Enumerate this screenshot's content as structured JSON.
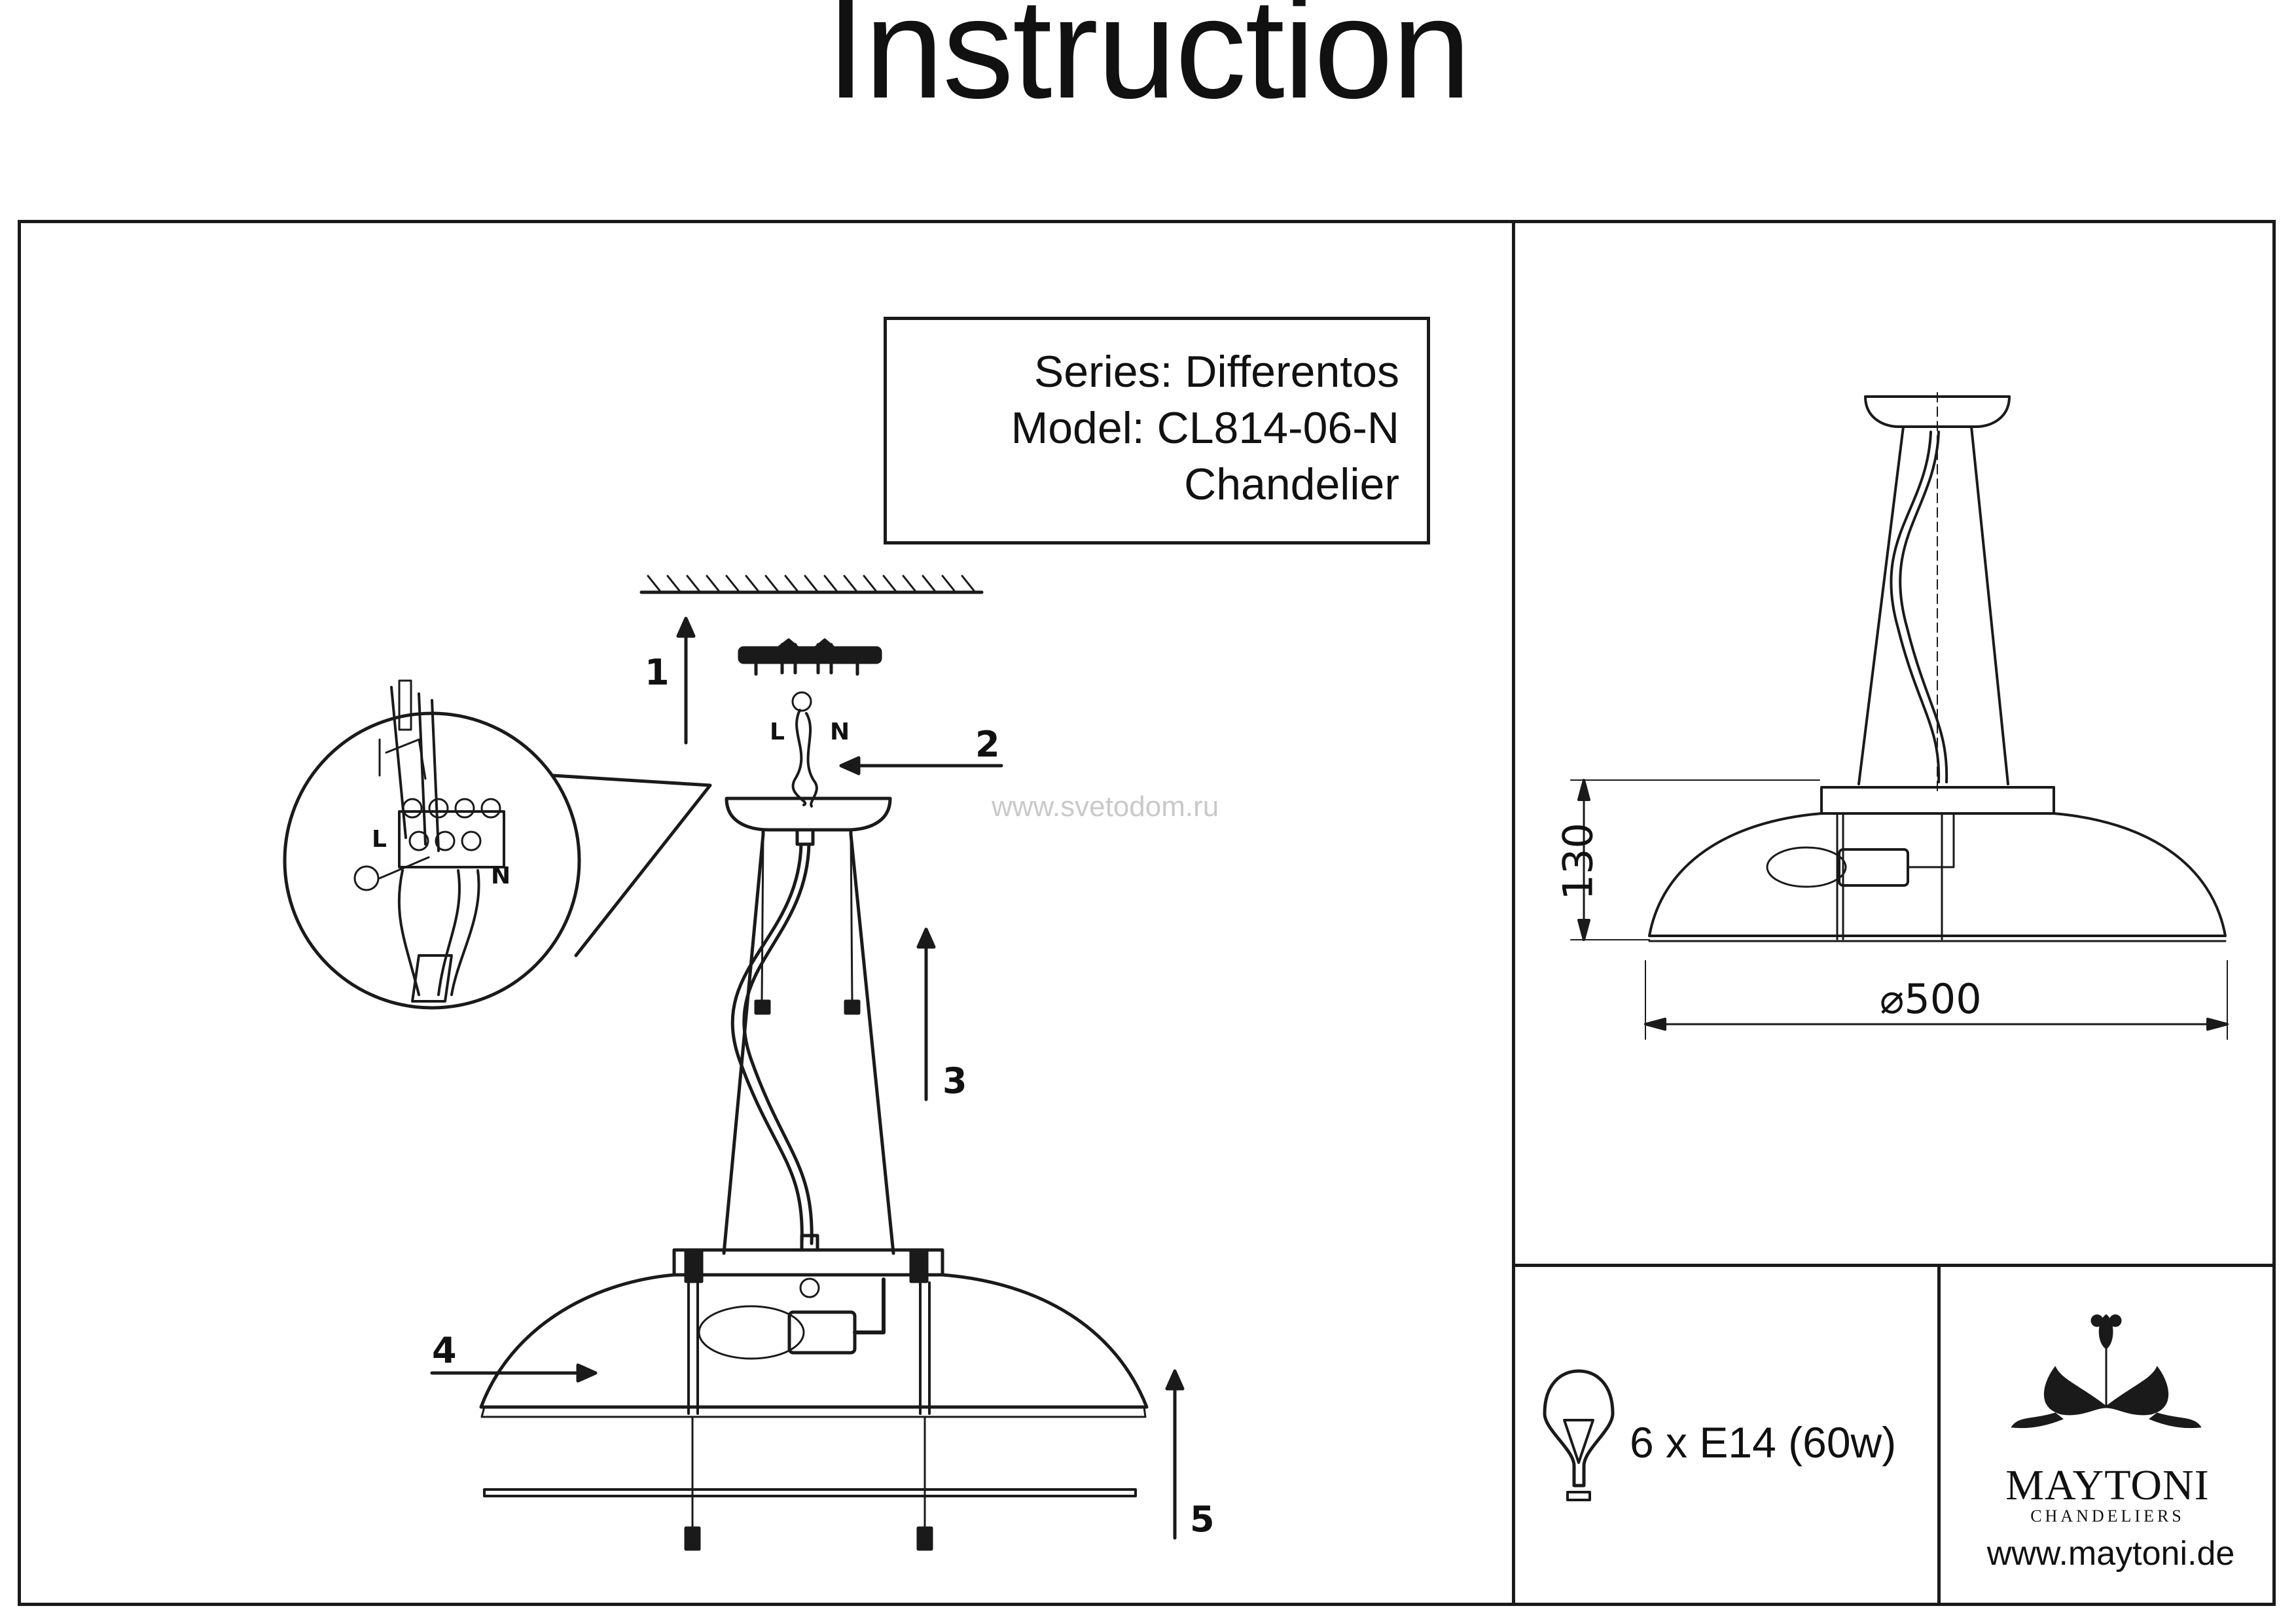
{
  "title": "Instruction",
  "info": {
    "series": "Series: Differentos",
    "model": "Model: CL814-06-N",
    "type": "Chandelier"
  },
  "steps": [
    "1",
    "2",
    "3",
    "4",
    "5"
  ],
  "wiring": {
    "live": "L",
    "neutral": "N",
    "detail_live": "L",
    "detail_neutral": "N"
  },
  "watermark": "www.svetodom.ru",
  "dimensions": {
    "height": "130",
    "diameter": "⌀500"
  },
  "bulbs": "6 x E14 (60w)",
  "brand": {
    "name": "MAYTONI",
    "sub": "CHANDELIERS",
    "url": "www.maytoni.de"
  },
  "icons": [
    "bulb-icon",
    "earth-icon",
    "maytoni-logo-icon"
  ]
}
